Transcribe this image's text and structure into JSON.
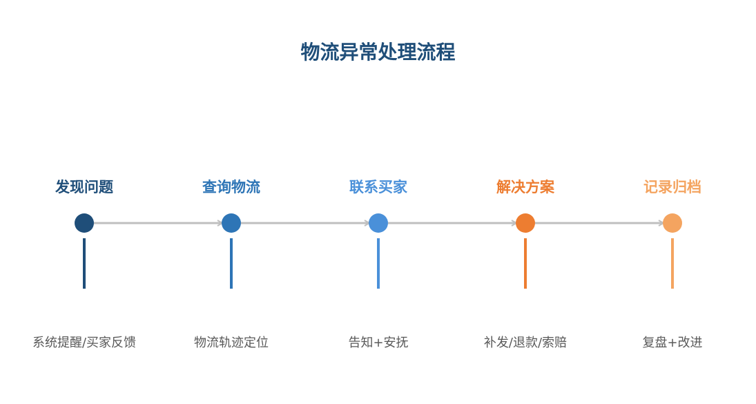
{
  "title": "物流异常处理流程",
  "colors": {
    "title": "#1f4e79",
    "connector": "#bfbfbf",
    "description": "#595959"
  },
  "steps": [
    {
      "title": "发现问题",
      "description": "系统提醒/买家反馈",
      "color": "#1f4e79"
    },
    {
      "title": "查询物流",
      "description": "物流轨迹定位",
      "color": "#2e75b6"
    },
    {
      "title": "联系买家",
      "description": "告知+安抚",
      "color": "#4a90d9"
    },
    {
      "title": "解决方案",
      "description": "补发/退款/索赔",
      "color": "#ed7d31"
    },
    {
      "title": "记录归档",
      "description": "复盘+改进",
      "color": "#f4a460"
    }
  ]
}
